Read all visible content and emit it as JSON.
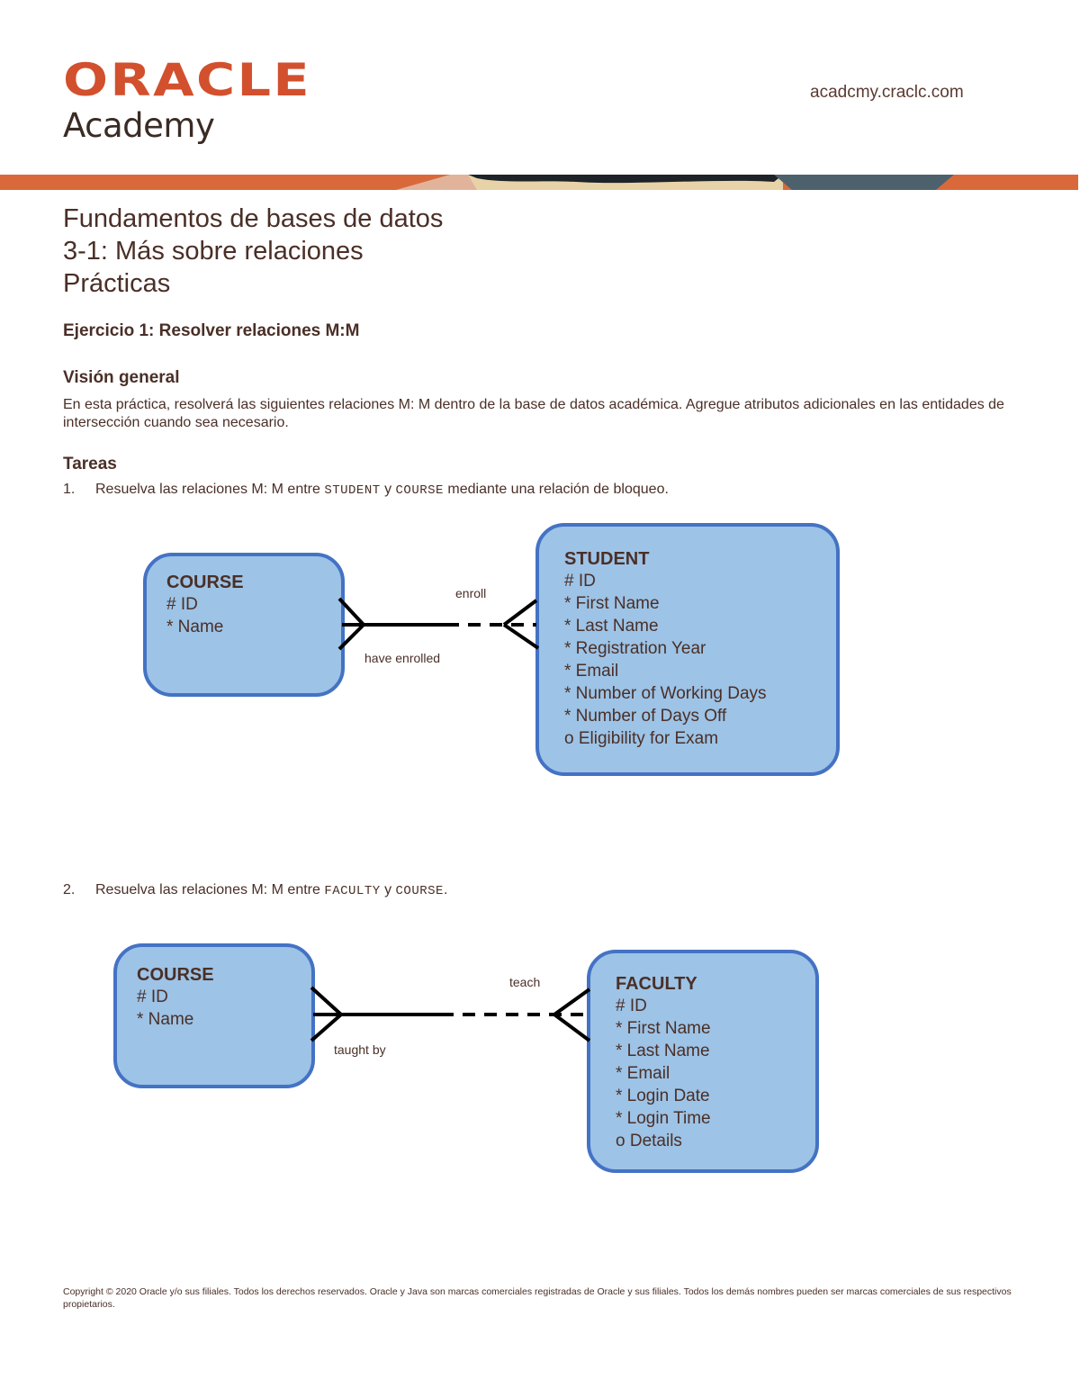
{
  "header": {
    "brand": "ORACLE",
    "product": "Academy",
    "site_url": "acadcmy.craclc.com",
    "brand_color": "#d2502d"
  },
  "document": {
    "title_lines": [
      "Fundamentos de bases de datos",
      "3-1: Más sobre relaciones",
      "Prácticas"
    ],
    "exercise_title": "Ejercicio 1: Resolver relaciones M:M",
    "overview": {
      "heading": "Visión general",
      "text": "En esta práctica, resolverá las siguientes relaciones M: M dentro de la base de datos académica. Agregue atributos adicionales en las entidades de intersección cuando sea necesario."
    },
    "tasks": {
      "heading": "Tareas",
      "items": [
        {
          "number": "1.",
          "text_before": "Resuelva las relaciones M: M entre ",
          "entity_a": "STUDENT",
          "joiner": " y ",
          "entity_b": "COURSE",
          "text_after": " mediante una relación de bloqueo."
        },
        {
          "number": "2.",
          "text_before": "Resuelva las relaciones M: M entre ",
          "entity_a": "FACULTY",
          "joiner": " y ",
          "entity_b": "COURSE",
          "text_after": "."
        }
      ]
    }
  },
  "diagrams": [
    {
      "left_entity": {
        "name": "COURSE",
        "attributes": [
          "# ID",
          "* Name"
        ]
      },
      "right_entity": {
        "name": "STUDENT",
        "attributes": [
          "# ID",
          "* First Name",
          "* Last Name",
          "* Registration Year",
          "* Email",
          "* Number of Working Days",
          "* Number of Days Off",
          "o Eligibility for Exam"
        ]
      },
      "relationship": {
        "top_label": "enroll",
        "bottom_label": "have enrolled",
        "cardinality": "M:M"
      }
    },
    {
      "left_entity": {
        "name": "COURSE",
        "attributes": [
          "# ID",
          "* Name"
        ]
      },
      "right_entity": {
        "name": "FACULTY",
        "attributes": [
          "# ID",
          "* First Name",
          "* Last Name",
          "* Email",
          "* Login Date",
          "* Login Time",
          "o Details"
        ]
      },
      "relationship": {
        "top_label": "teach",
        "bottom_label": "taught by",
        "cardinality": "M:M"
      }
    }
  ],
  "colors": {
    "entity_fill": "#9dc3e6",
    "entity_border": "#4472c4",
    "text": "#4a2f27"
  },
  "footer": {
    "copyright": "Copyright © 2020 Oracle y/o sus filiales. Todos los derechos reservados. Oracle y Java son marcas comerciales registradas de Oracle y sus filiales. Todos los demás nombres pueden ser marcas comerciales de sus respectivos propietarios."
  }
}
